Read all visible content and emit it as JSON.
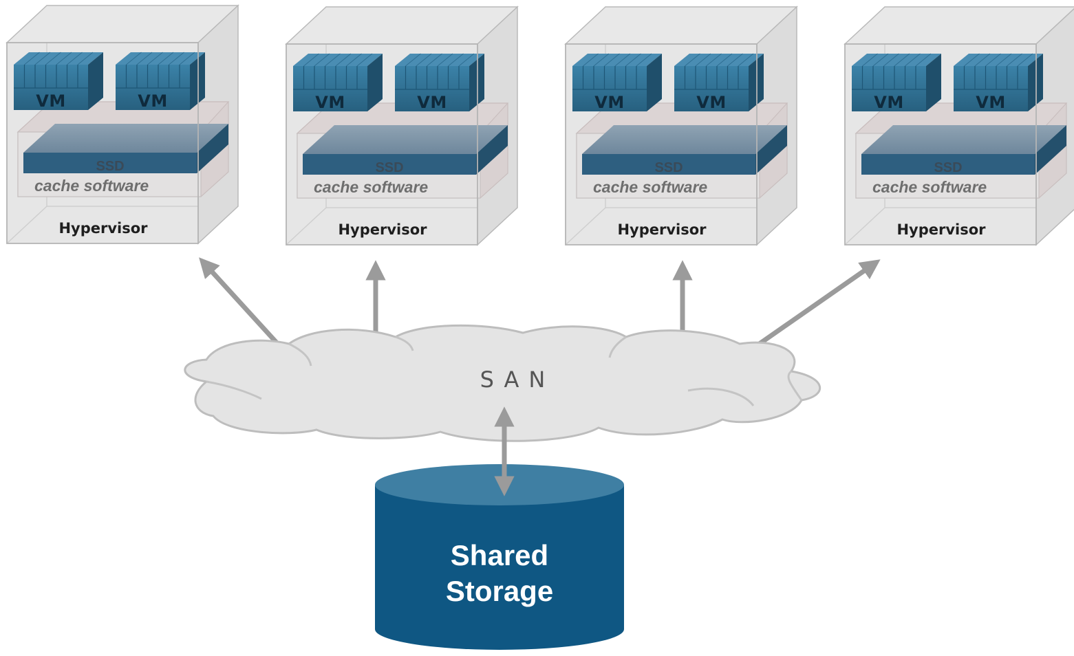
{
  "hosts": [
    {
      "vm_labels": [
        "VM",
        "VM"
      ],
      "ssd_label": "SSD",
      "cache_label": "cache software",
      "hypervisor_label": "Hypervisor"
    },
    {
      "vm_labels": [
        "VM",
        "VM"
      ],
      "ssd_label": "SSD",
      "cache_label": "cache software",
      "hypervisor_label": "Hypervisor"
    },
    {
      "vm_labels": [
        "VM",
        "VM"
      ],
      "ssd_label": "SSD",
      "cache_label": "cache software",
      "hypervisor_label": "Hypervisor"
    },
    {
      "vm_labels": [
        "VM",
        "VM"
      ],
      "ssd_label": "SSD",
      "cache_label": "cache software",
      "hypervisor_label": "Hypervisor"
    }
  ],
  "network": {
    "label": "SAN"
  },
  "storage": {
    "label_line1": "Shared",
    "label_line2": "Storage"
  },
  "colors": {
    "vm_block": "#2d6f93",
    "ssd_block": "#2e5f80",
    "storage_cylinder": "#0f5783",
    "storage_top": "#3f7fa3",
    "host_box": "#e6e6e6",
    "cloud": "#e4e4e4",
    "arrow": "#9b9b9b"
  }
}
